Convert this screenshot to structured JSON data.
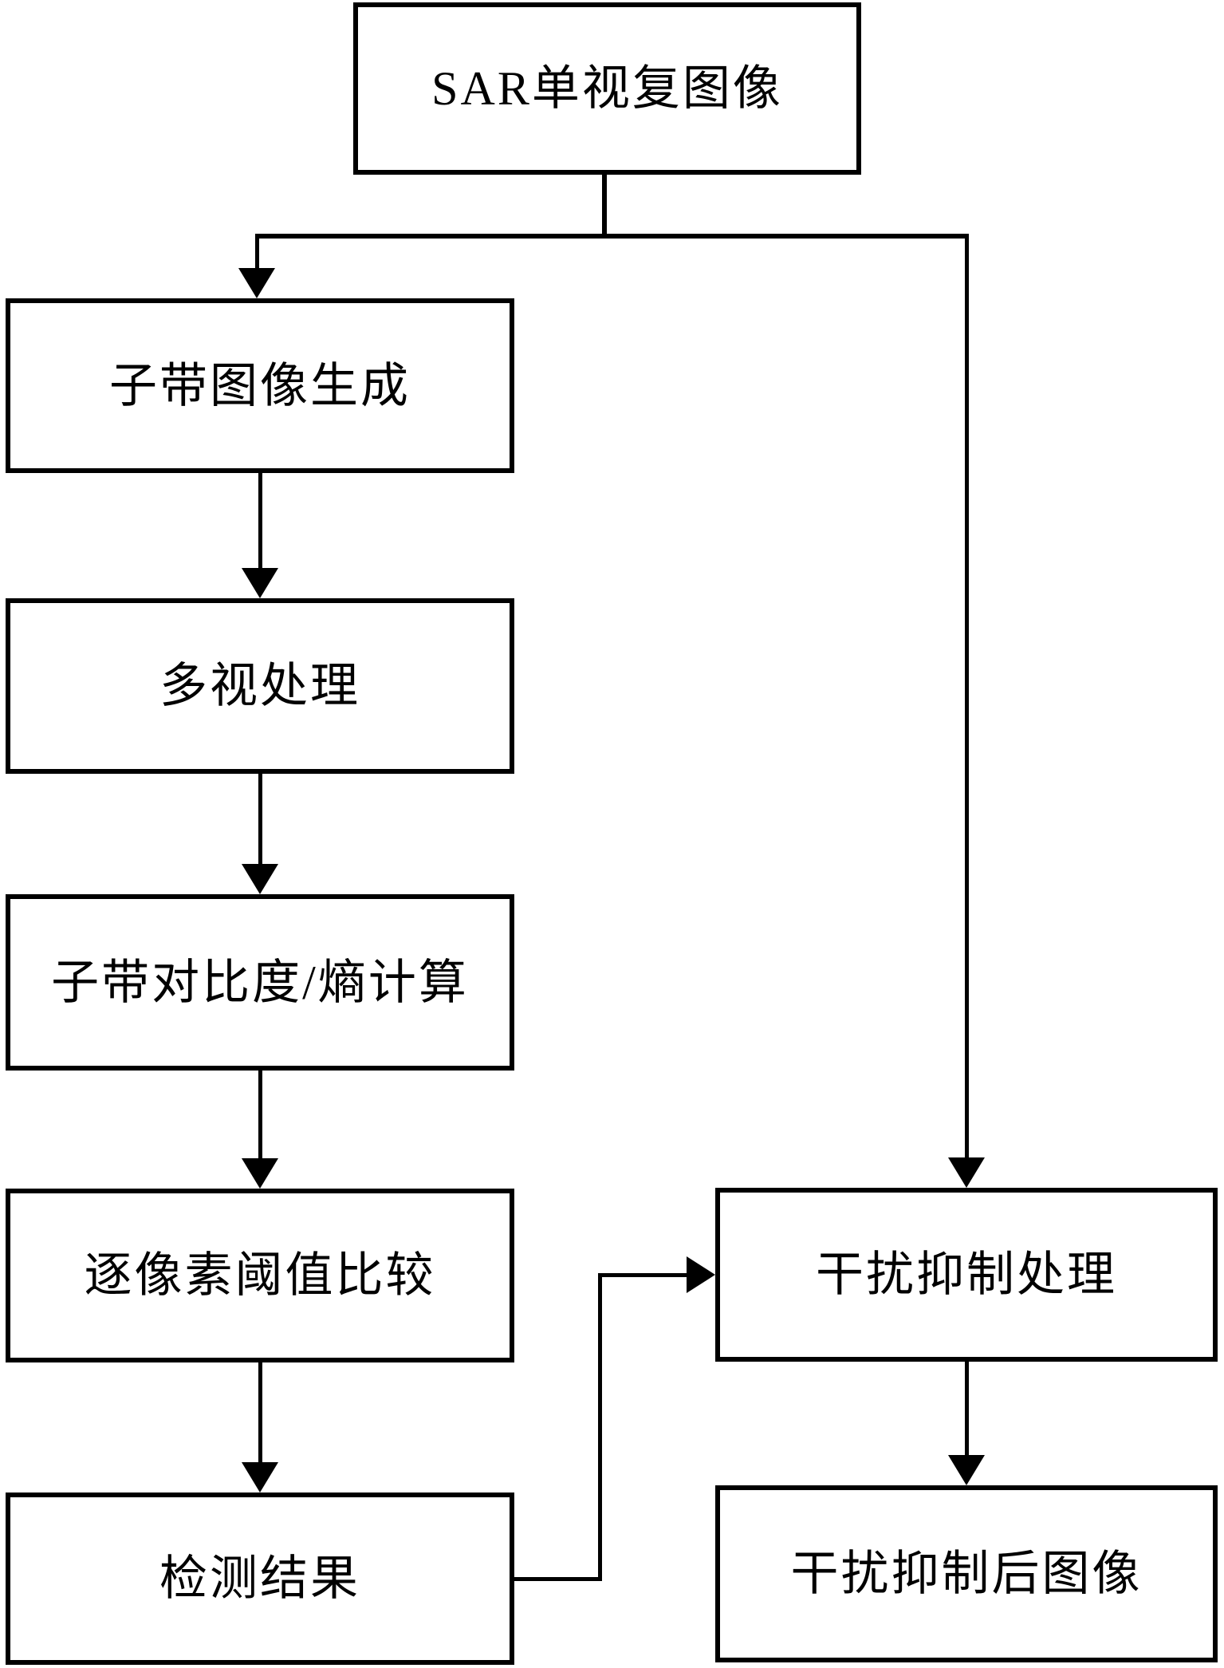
{
  "diagram": {
    "title": "SAR interference detection and suppression flowchart",
    "colors": {
      "line": "#000000",
      "background": "#ffffff",
      "text": "#000000"
    },
    "nodes": {
      "source": {
        "label": "SAR单视复图像"
      },
      "subband": {
        "label": "子带图像生成"
      },
      "multilook": {
        "label": "多视处理"
      },
      "contrast": {
        "label": "子带对比度/熵计算"
      },
      "threshold": {
        "label": "逐像素阈值比较"
      },
      "detection": {
        "label": "检测结果"
      },
      "suppression": {
        "label": "干扰抑制处理"
      },
      "output": {
        "label": "干扰抑制后图像"
      }
    }
  }
}
